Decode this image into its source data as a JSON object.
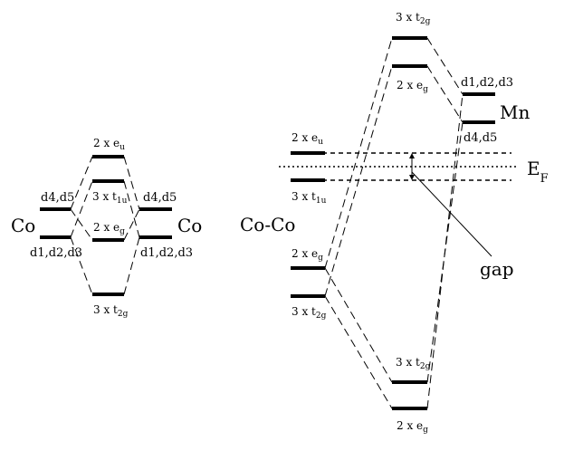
{
  "left": {
    "co_left": "Co",
    "co_right": "Co",
    "d45_left": "d4,d5",
    "d45_right": "d4,d5",
    "d123_left": "d1,d2,d3",
    "d123_right": "d1,d2,d3",
    "eu": {
      "pre": "2 x e",
      "sub": "u"
    },
    "t1u": {
      "pre": "3 x t",
      "sub": "1u"
    },
    "eg": {
      "pre": "2 x e",
      "sub": "g"
    },
    "t2g": {
      "pre": "3 x t",
      "sub": "2g"
    }
  },
  "right": {
    "coco": "Co-Co",
    "mn": "Mn",
    "mn_d123": "d1,d2,d3",
    "mn_d45": "d4,d5",
    "ef": {
      "pre": "E",
      "sub": "F"
    },
    "gap": "gap",
    "top_t2g": {
      "pre": "3 x t",
      "sub": "2g"
    },
    "top_eg": {
      "pre": "2 x e",
      "sub": "g"
    },
    "eu": {
      "pre": "2 x e",
      "sub": "u"
    },
    "t1u": {
      "pre": "3 x t",
      "sub": "1u"
    },
    "eg": {
      "pre": "2 x e",
      "sub": "g"
    },
    "t2g": {
      "pre": "3 x t",
      "sub": "2g"
    },
    "bot_t2g": {
      "pre": "3 x t",
      "sub": "2g"
    },
    "bot_eg": {
      "pre": "2 x e",
      "sub": "g"
    }
  }
}
